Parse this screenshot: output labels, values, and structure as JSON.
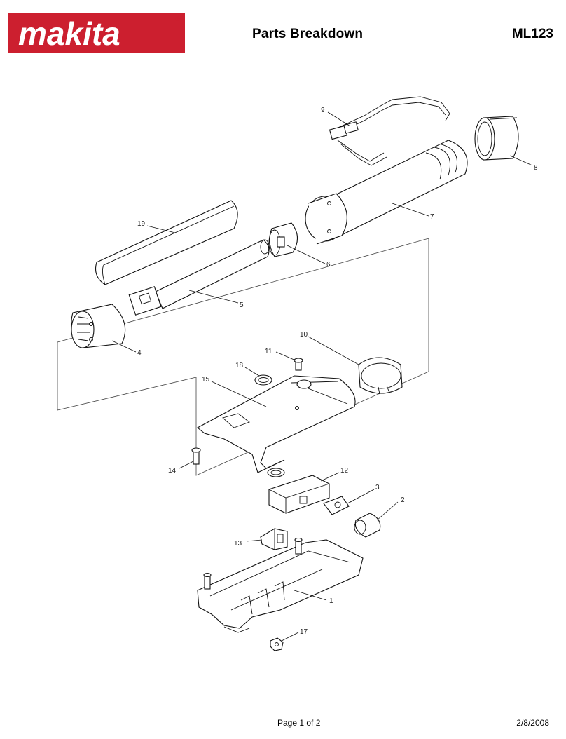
{
  "header": {
    "brand": "makita",
    "brand_mark": "®",
    "title": "Parts Breakdown",
    "model": "ML123",
    "brand_color": "#cc1f2f"
  },
  "parts": [
    {
      "id": "p1",
      "number": "1"
    },
    {
      "id": "p2",
      "number": "2"
    },
    {
      "id": "p3",
      "number": "3"
    },
    {
      "id": "p4",
      "number": "4"
    },
    {
      "id": "p5",
      "number": "5"
    },
    {
      "id": "p6",
      "number": "6"
    },
    {
      "id": "p7",
      "number": "7"
    },
    {
      "id": "p8",
      "number": "8"
    },
    {
      "id": "p9",
      "number": "9"
    },
    {
      "id": "p10",
      "number": "10"
    },
    {
      "id": "p11",
      "number": "11"
    },
    {
      "id": "p12",
      "number": "12"
    },
    {
      "id": "p13",
      "number": "13"
    },
    {
      "id": "p14",
      "number": "14"
    },
    {
      "id": "p15",
      "number": "15"
    },
    {
      "id": "p17",
      "number": "17"
    },
    {
      "id": "p18",
      "number": "18"
    },
    {
      "id": "p19",
      "number": "19"
    }
  ],
  "footer": {
    "page": "Page 1 of 2",
    "date": "2/8/2008"
  }
}
